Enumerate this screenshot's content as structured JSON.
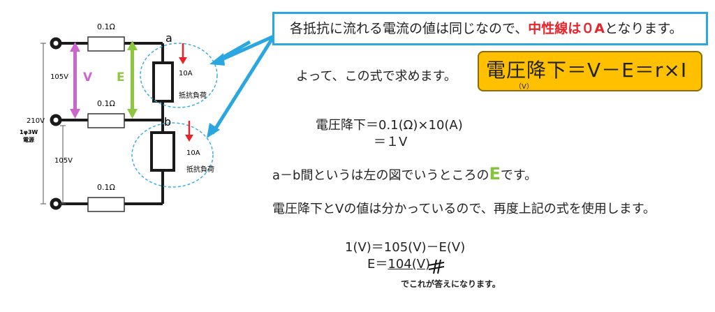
{
  "circuit": {
    "source_label_line1": "1φ3W",
    "source_label_line2": "電源",
    "total_voltage": "210V",
    "upper_voltage": "105V",
    "lower_voltage": "105V",
    "line_resistance_top": "0.1Ω",
    "line_resistance_mid": "0.1Ω",
    "line_resistance_bot": "0.1Ω",
    "point_a": "a",
    "point_b": "b",
    "v_symbol": "V",
    "e_symbol": "E",
    "load_current_upper": "10A",
    "load_current_lower": "10A",
    "load_label_upper": "抵抗負荷",
    "load_label_lower": "抵抗負荷",
    "colors": {
      "v_arrow": "#cc66cc",
      "e_arrow": "#8dc63f",
      "current_arrow": "#e8232a",
      "callout_pointer": "#2aa7e0"
    }
  },
  "callout": {
    "text_before": "各抵抗に流れる電流の値は同じなので、",
    "highlight": "中性線は０A",
    "text_after": "となります。"
  },
  "intro_text": "よって、この式で求めます。",
  "formula": {
    "main": "電圧降下＝V－E＝r×I",
    "sub": "（V）"
  },
  "calc1": {
    "line1": "電圧降下＝0.1(Ω)×10(A)",
    "line2": "＝１V"
  },
  "ab_text": {
    "before": "a－b間というは左の図でいうところの",
    "symbol": "E",
    "after": "です。"
  },
  "reuse_text": "電圧降下とVの値は分かっているので、再度上記の式を使用します。",
  "calc2": {
    "line1": "1(V)＝105(V)－E(V)",
    "line2_prefix": "E＝",
    "line2_answer": "104(V)"
  },
  "conclusion": "でこれが答えになります。"
}
